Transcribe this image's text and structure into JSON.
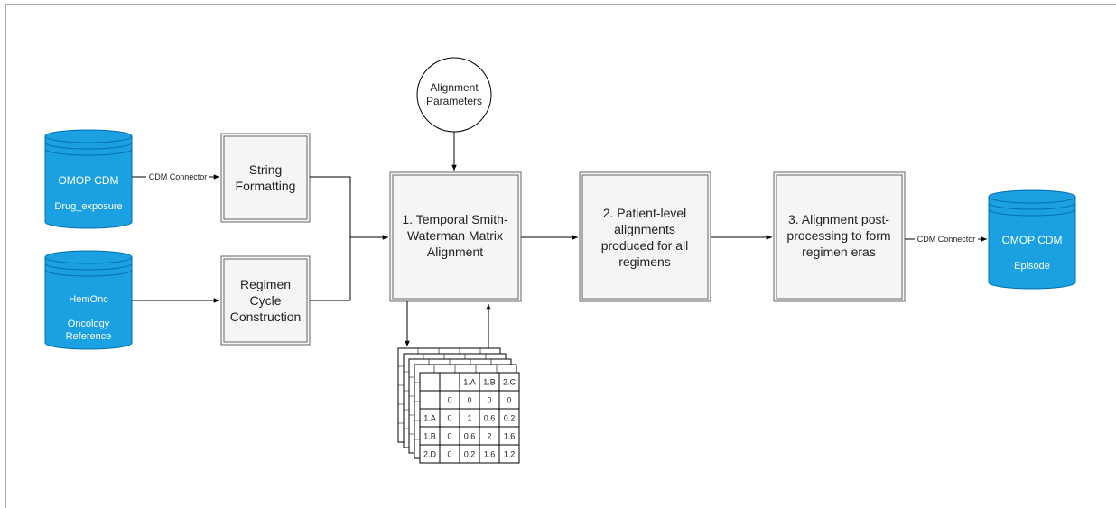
{
  "diagram": {
    "databases": {
      "omop_drug": {
        "line1": "OMOP CDM",
        "line2": "Drug_exposure"
      },
      "hemonc": {
        "line1": "HemOnc",
        "line2": "Oncology",
        "line3": "Reference"
      },
      "omop_episode": {
        "line1": "OMOP CDM",
        "line2": "Episode"
      }
    },
    "parameters": {
      "line1": "Alignment",
      "line2": "Parameters"
    },
    "boxes": {
      "string_formatting": {
        "line1": "String",
        "line2": "Formatting"
      },
      "regimen_cycle": {
        "line1": "Regimen",
        "line2": "Cycle",
        "line3": "Construction"
      },
      "step1": {
        "line1": "1. Temporal Smith-",
        "line2": "Waterman Matrix",
        "line3": "Alignment"
      },
      "step2": {
        "line1": "2. Patient-level",
        "line2": "alignments",
        "line3": "produced for all",
        "line4": "regimens"
      },
      "step3": {
        "line1": "3. Alignment post-",
        "line2": "processing to form",
        "line3": "regimen eras"
      }
    },
    "edge_labels": {
      "connector_in": "CDM Connector",
      "connector_out": "CDM Connector"
    },
    "matrix": {
      "header": [
        "",
        "",
        "1.A",
        "1.B",
        "2.C"
      ],
      "rows": [
        [
          "",
          "0",
          "0",
          "0",
          "0"
        ],
        [
          "1.A",
          "0",
          "1",
          "0.6",
          "0.2"
        ],
        [
          "1.B",
          "0",
          "0.6",
          "2",
          "1.6"
        ],
        [
          "2.D",
          "0",
          "0.2",
          "1.6",
          "1.2"
        ]
      ]
    },
    "colors": {
      "database_fill": "#1ba1e2",
      "database_stroke": "#006eaf",
      "box_fill": "#f5f5f5",
      "box_stroke": "#666666",
      "line": "#000000"
    }
  }
}
